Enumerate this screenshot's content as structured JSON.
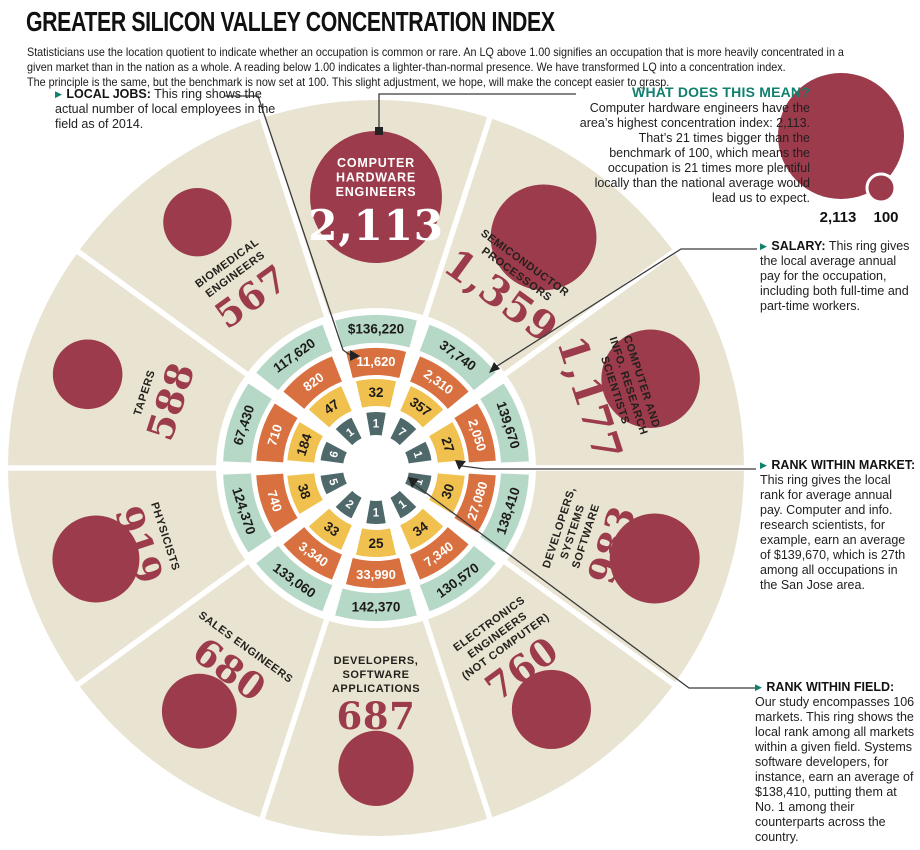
{
  "title": "GREATER SILICON VALLEY CONCENTRATION INDEX",
  "intro_lines": [
    "Statisticians use the location quotient to indicate whether an occupation is common or rare. An LQ above 1.00 signifies an occupation that is more heavily concentrated in a",
    "given market than in the nation as a whole. A reading below 1.00 indicates a lighter-than-normal presence. We have transformed LQ into a concentration index.",
    "The principle is the same, but the benchmark is now set at 100. This slight adjustment, we hope, will make the concept easier to grasp."
  ],
  "icons": {
    "pointer_icon": "▶"
  },
  "callouts": {
    "local_jobs": {
      "label": "LOCAL JOBS:",
      "text": "This ring shows the actual number of local employees in the field as of 2014."
    },
    "what_mean": {
      "heading": "WHAT DOES THIS MEAN?",
      "text": "Computer hardware engineers have the area’s highest concentration index: 2,113. That’s 21 times bigger than the benchmark of 100, which means the occupation is 21 times more plentiful locally than the national average would lead us to expect."
    },
    "salary": {
      "label": "SALARY:",
      "text": "This ring gives the local average annual pay for the occupation, including both full-time and part-time workers."
    },
    "rank_market": {
      "label": "RANK WITHIN MARKET:",
      "text": "This ring gives the local rank for average annual pay. Computer and info. research scientists, for example, earn an average of $139,670, which is 27th among all occupations in the San Jose area."
    },
    "rank_field": {
      "label": "RANK WITHIN FIELD:",
      "text": "Our study encompasses 106 markets. This ring shows the local rank among all markets within a given field. Systems software developers, for instance, earn an average of $138,410, putting them at No. 1 among their counterparts across the country."
    }
  },
  "comparison": {
    "large_value": "2,113",
    "small_value": "100"
  },
  "colors": {
    "maroon": "#9c3b4b",
    "cream": "#e9e4d1",
    "ring_salary": "#b5d8c7",
    "ring_jobs": "#d8713f",
    "ring_rank_market": "#f1c150",
    "ring_rank_field": "#4f696b",
    "accent_teal": "#10806e",
    "text_dark": "#231f20"
  },
  "chart_data": {
    "type": "radial-concentration-wheel",
    "benchmark": 100,
    "year": "2014",
    "rings_outer_to_inner": [
      "salary",
      "local_jobs",
      "rank_within_market",
      "rank_within_field"
    ],
    "occupations": [
      {
        "name": "Computer Hardware Engineers",
        "name_lines": [
          "COMPUTER",
          "HARDWARE",
          "ENGINEERS"
        ],
        "index": 2113,
        "index_label": "2,113",
        "local_jobs": "11,620",
        "salary": "$136,220",
        "rank_within_market": "32",
        "rank_within_field": "1"
      },
      {
        "name": "Semiconductor Processors",
        "name_lines": [
          "SEMICONDUCTOR",
          "PROCESSORS"
        ],
        "index": 1359,
        "index_label": "1,359",
        "local_jobs": "2,310",
        "salary": "37,740",
        "rank_within_market": "357",
        "rank_within_field": "7"
      },
      {
        "name": "Computer and Info. Research Scientists",
        "name_lines": [
          "COMPUTER AND",
          "INFO. RESEARCH",
          "SCIENTISTS"
        ],
        "index": 1177,
        "index_label": "1,177",
        "local_jobs": "2,050",
        "salary": "139,670",
        "rank_within_market": "27",
        "rank_within_field": "1"
      },
      {
        "name": "Developers, Systems Software",
        "name_lines": [
          "DEVELOPERS,",
          "SYSTEMS",
          "SOFTWARE"
        ],
        "index": 983,
        "index_label": "983",
        "local_jobs": "27,080",
        "salary": "138,410",
        "rank_within_market": "30",
        "rank_within_field": "1"
      },
      {
        "name": "Electronics Engineers (Not Computer)",
        "name_lines": [
          "ELECTRONICS",
          "ENGINEERS",
          "(NOT COMPUTER)"
        ],
        "index": 760,
        "index_label": "760",
        "local_jobs": "7,340",
        "salary": "130,570",
        "rank_within_market": "34",
        "rank_within_field": "1"
      },
      {
        "name": "Developers, Software Applications",
        "name_lines": [
          "DEVELOPERS,",
          "SOFTWARE",
          "APPLICATIONS"
        ],
        "index": 687,
        "index_label": "687",
        "local_jobs": "33,990",
        "salary": "142,370",
        "rank_within_market": "25",
        "rank_within_field": "1"
      },
      {
        "name": "Sales Engineers",
        "name_lines": [
          "SALES ENGINEERS"
        ],
        "index": 680,
        "index_label": "680",
        "local_jobs": "3,340",
        "salary": "133,060",
        "rank_within_market": "33",
        "rank_within_field": "2"
      },
      {
        "name": "Physicists",
        "name_lines": [
          "PHYSICISTS"
        ],
        "index": 919,
        "index_label": "919",
        "local_jobs": "740",
        "salary": "124,370",
        "rank_within_market": "38",
        "rank_within_field": "5"
      },
      {
        "name": "Tapers",
        "name_lines": [
          "TAPERS"
        ],
        "index": 588,
        "index_label": "588",
        "local_jobs": "710",
        "salary": "67,430",
        "rank_within_market": "184",
        "rank_within_field": "6"
      },
      {
        "name": "Biomedical Engineers",
        "name_lines": [
          "BIOMEDICAL",
          "ENGINEERS"
        ],
        "index": 567,
        "index_label": "567",
        "local_jobs": "820",
        "salary": "117,620",
        "rank_within_market": "47",
        "rank_within_field": "1"
      }
    ]
  }
}
